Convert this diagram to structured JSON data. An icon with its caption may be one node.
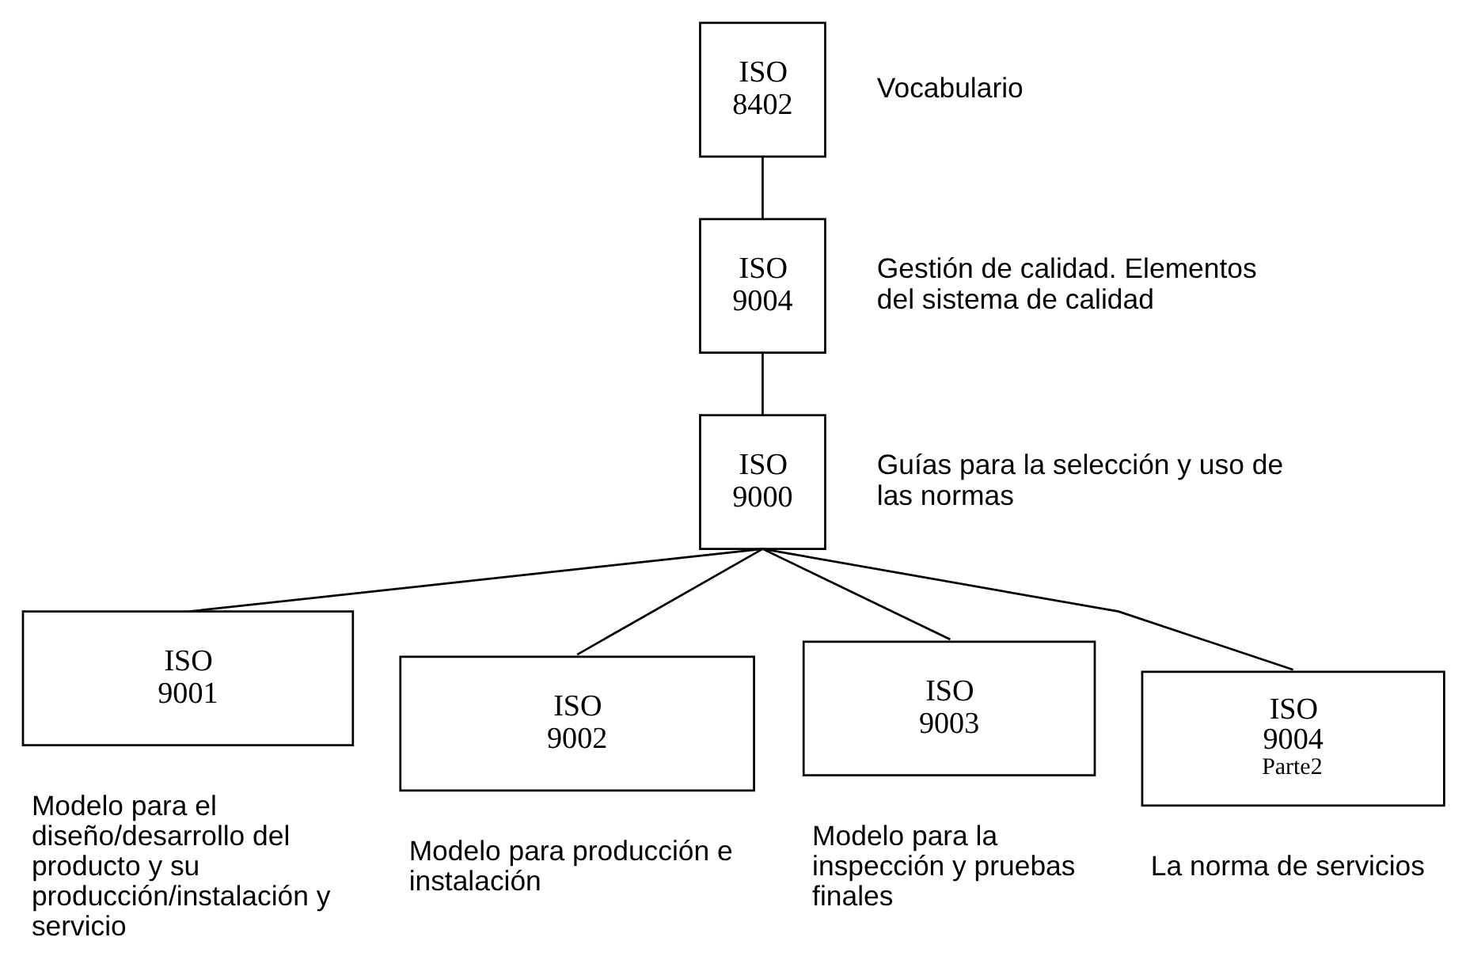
{
  "diagram": {
    "nodes": [
      {
        "text": [
          "ISO 8402"
        ],
        "beside": [
          "Vocabulario"
        ]
      },
      {
        "text": [
          "ISO 9004"
        ],
        "beside": [
          "Gestión de calidad. Elementos del sistema de calidad"
        ]
      },
      {
        "text": [
          "ISO 9000"
        ],
        "beside": [
          "Guías para la selección y uso de las normas"
        ]
      },
      {
        "text": [
          "ISO 9001"
        ],
        "beside": [
          "Modelo para el diseño/desarrollo del producto y su producción/instalación y servicio"
        ]
      },
      {
        "text": [
          "ISO 9002"
        ],
        "beside": [
          "Modelo para producción e instalación"
        ]
      },
      {
        "text": [
          "ISO 9003"
        ],
        "beside": [
          "Modelo para la inspección y pruebas finales"
        ]
      },
      {
        "text": [
          "ISO 9004",
          "Parte2"
        ],
        "beside": [
          "La norma de servicios"
        ]
      }
    ],
    "edges": [
      {
        "from": 0,
        "to": 1,
        "arrow": "none"
      },
      {
        "from": 1,
        "to": 2,
        "arrow": "none"
      },
      {
        "from": 2,
        "to": 3,
        "arrow": "none"
      },
      {
        "from": 2,
        "to": 4,
        "arrow": "none"
      },
      {
        "from": 2,
        "to": 5,
        "arrow": "none"
      },
      {
        "from": 2,
        "to": 6,
        "arrow": "none"
      }
    ]
  }
}
